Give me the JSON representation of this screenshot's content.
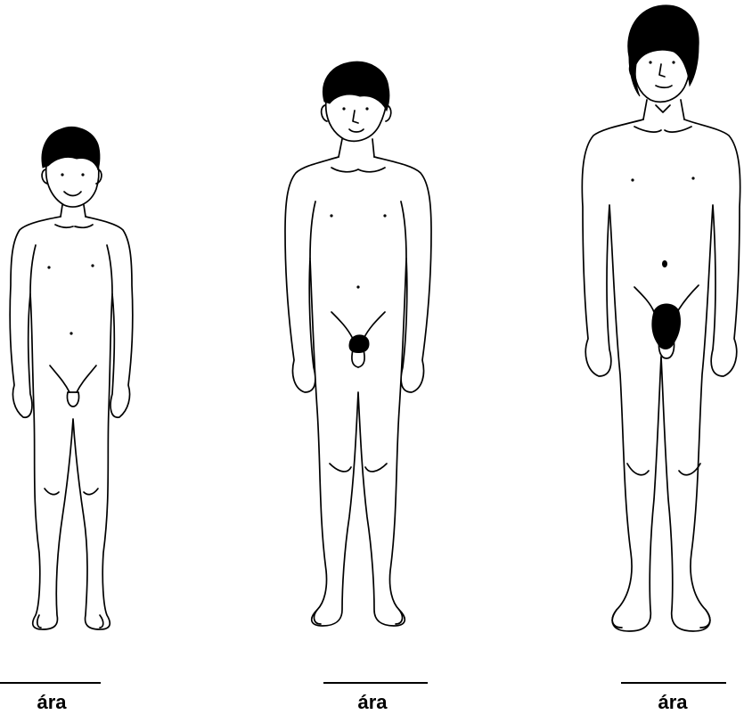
{
  "figures": [
    {
      "label": "ára"
    },
    {
      "label": "ára"
    },
    {
      "label": "ára"
    }
  ]
}
